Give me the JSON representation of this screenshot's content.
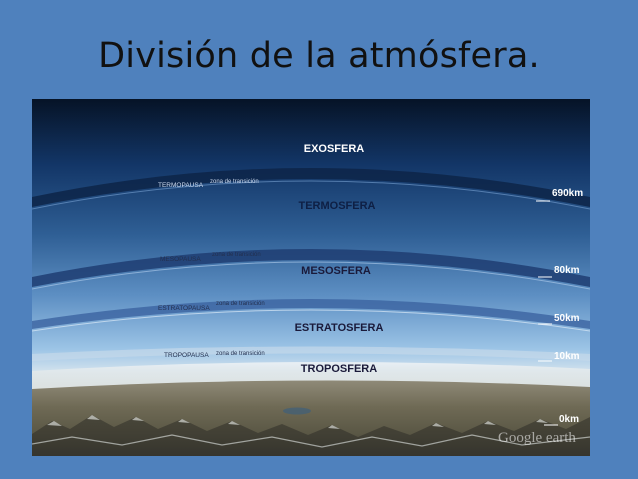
{
  "slide": {
    "title": "División de la atmósfera."
  },
  "figure": {
    "layers": [
      {
        "name": "EXOSFERA"
      },
      {
        "name": "TERMOSFERA"
      },
      {
        "name": "MESOSFERA"
      },
      {
        "name": "ESTRATOSFERA"
      },
      {
        "name": "TROPOSFERA"
      }
    ],
    "boundaries": [
      {
        "pausa": "TERMOPAUSA",
        "zona": "zona de transición",
        "altitude": "690km"
      },
      {
        "pausa": "MESOPAUSA",
        "zona": "zona de transición",
        "altitude": "80km"
      },
      {
        "pausa": "ESTRATOPAUSA",
        "zona": "zona de transición",
        "altitude": "50km"
      },
      {
        "pausa": "TROPOPAUSA",
        "zona": "zona de transición",
        "altitude": "10km"
      }
    ],
    "ground_altitude": "0km",
    "watermark": "Google earth",
    "colors": {
      "exosfera": "#0f2a52",
      "termosfera": "#2f5f95",
      "mesosfera": "#5d8fc3",
      "estratosfera": "#9cc4e6",
      "troposfera": "#dfe9ef",
      "transition_band": "#1e3d72",
      "ground": "#6f6a55"
    }
  }
}
